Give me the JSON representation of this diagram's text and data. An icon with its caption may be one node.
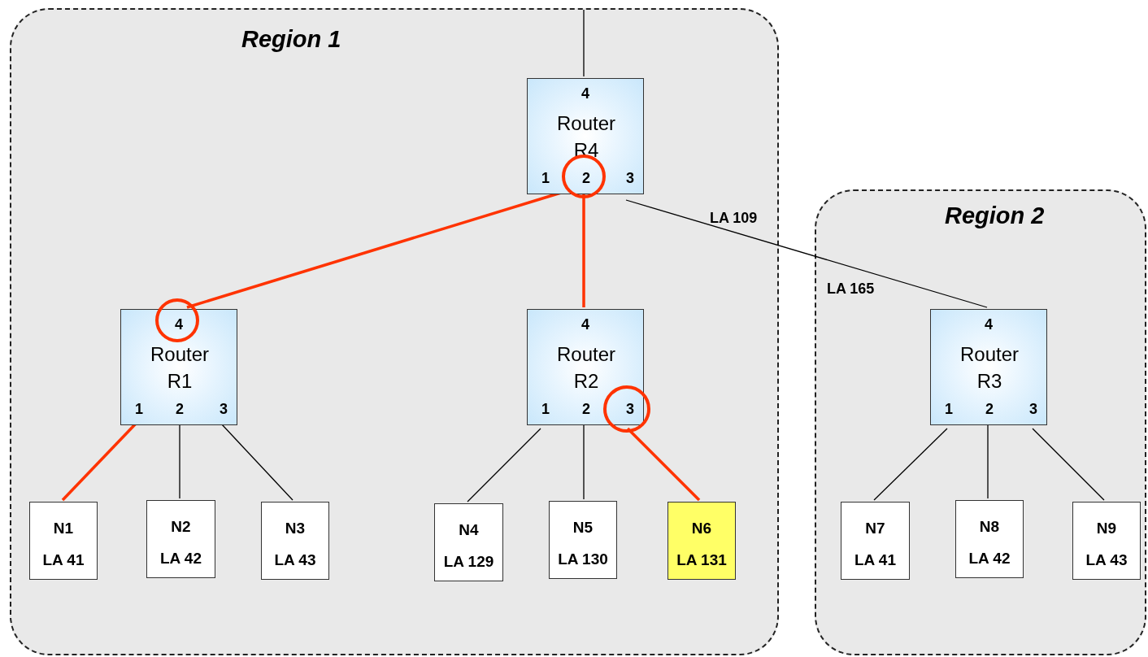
{
  "diagram": {
    "nodes": [
      {
        "text": [
          "Region 1"
        ]
      },
      {
        "text": [
          "4",
          "Router R4",
          "1",
          "2",
          "3"
        ],
        "in": 0
      },
      {
        "text": [
          "4",
          "Router R1",
          "1",
          "2",
          "3"
        ],
        "in": 0
      },
      {
        "text": [
          "4",
          "Router R2",
          "1",
          "2",
          "3"
        ],
        "in": 0
      },
      {
        "text": [
          "N1",
          "LA 41"
        ],
        "in": 0
      },
      {
        "text": [
          "N2",
          "LA 42"
        ],
        "in": 0
      },
      {
        "text": [
          "N3",
          "LA 43"
        ],
        "in": 0
      },
      {
        "text": [
          "N4",
          "LA 129"
        ],
        "in": 0
      },
      {
        "text": [
          "N5",
          "LA 130"
        ],
        "in": 0
      },
      {
        "text": [
          "N6",
          "LA 131"
        ],
        "in": 0
      },
      {
        "text": [
          "Region 2"
        ]
      },
      {
        "text": [
          "4",
          "Router R3",
          "1",
          "2",
          "3"
        ],
        "in": 10
      },
      {
        "text": [
          "N7",
          "LA 41"
        ],
        "in": 10
      },
      {
        "text": [
          "N8",
          "LA 42"
        ],
        "in": 10
      },
      {
        "text": [
          "N9",
          "LA 43"
        ],
        "in": 10
      }
    ],
    "edges": [
      {
        "from": null,
        "to": 1,
        "arrow": "none"
      },
      {
        "from": 1,
        "to": 2,
        "arrow": "none",
        "style": "thick",
        "color": "#ff3300"
      },
      {
        "from": 1,
        "to": 3,
        "arrow": "none",
        "style": "thick",
        "color": "#ff3300"
      },
      {
        "from": 1,
        "to": 11,
        "arrow": "none"
      },
      {
        "from": 2,
        "to": 4,
        "arrow": "none",
        "style": "thick",
        "color": "#ff3300"
      },
      {
        "from": 2,
        "to": 5,
        "arrow": "none"
      },
      {
        "from": 2,
        "to": 6,
        "arrow": "none"
      },
      {
        "from": 3,
        "to": 7,
        "arrow": "none"
      },
      {
        "from": 3,
        "to": 8,
        "arrow": "none"
      },
      {
        "from": 3,
        "to": 9,
        "arrow": "none",
        "style": "thick",
        "color": "#ff3300"
      },
      {
        "from": 11,
        "to": 12,
        "arrow": "none"
      },
      {
        "from": 11,
        "to": 13,
        "arrow": "none"
      },
      {
        "from": 11,
        "to": 14,
        "arrow": "none"
      }
    ],
    "labels": [
      "LA 109",
      "LA 165"
    ]
  }
}
